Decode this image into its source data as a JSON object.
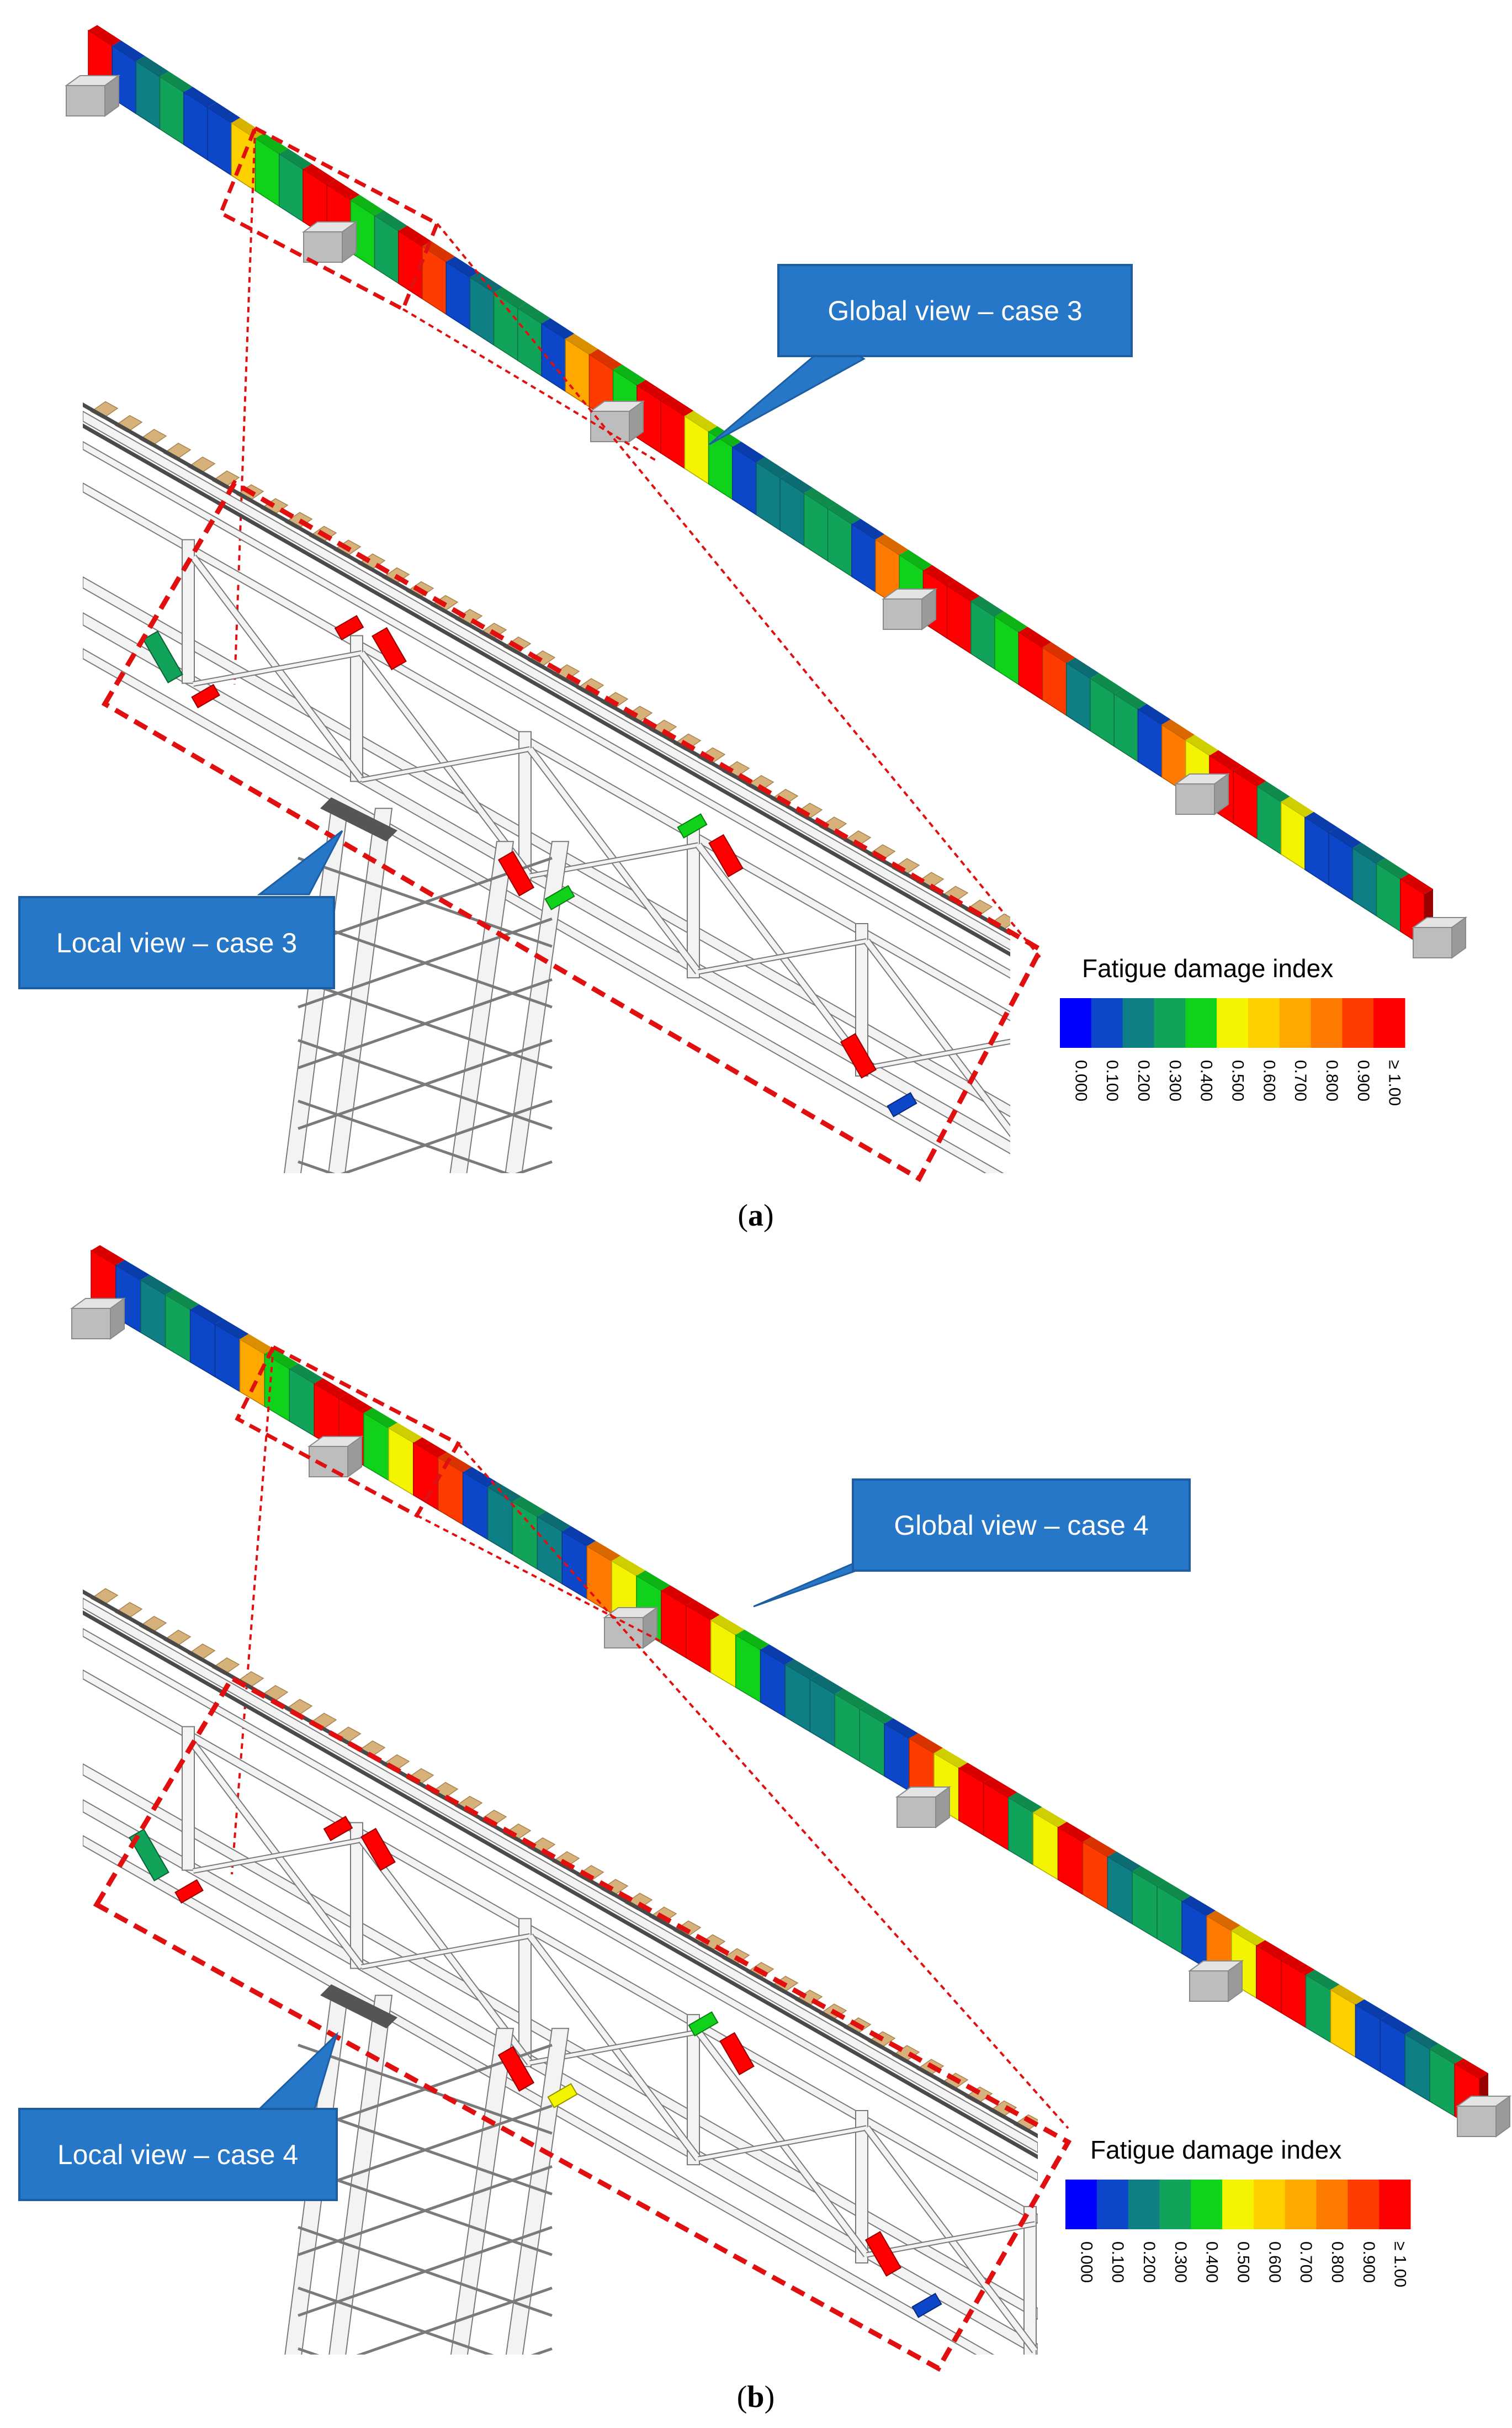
{
  "panels": [
    {
      "id": "a",
      "label": "a",
      "global_callout": "Global view – case 3",
      "local_callout": "Local view – case 3",
      "legend": {
        "title": "Fatigue damage index",
        "ticks": [
          "0.000",
          "0.100",
          "0.200",
          "0.300",
          "0.400",
          "0.500",
          "0.600",
          "0.700",
          "0.800",
          "0.900",
          "≥ 1.00"
        ]
      },
      "segment_damage_index": [
        1.0,
        0.1,
        0.2,
        0.3,
        0.1,
        0.05,
        0.6,
        0.4,
        0.3,
        1.0,
        1.0,
        0.4,
        0.3,
        1.0,
        0.9,
        0.1,
        0.2,
        0.3,
        0.3,
        0.1,
        0.7,
        0.9,
        0.4,
        1.0,
        1.0,
        0.5,
        0.4,
        0.1,
        0.2,
        0.2,
        0.3,
        0.3,
        0.1,
        0.8,
        0.4,
        1.0,
        1.0,
        0.3,
        0.4,
        1.0,
        0.9,
        0.2,
        0.3,
        0.3,
        0.1,
        0.8,
        0.5,
        1.0,
        1.0,
        0.3,
        0.5,
        0.05,
        0.1,
        0.2,
        0.3,
        1.0
      ],
      "local_member_index": [
        0.3,
        1.0,
        1.0,
        1.0,
        1.0,
        0.4,
        0.4,
        1.0,
        1.0,
        0.05
      ]
    },
    {
      "id": "b",
      "label": "b",
      "global_callout": "Global view – case 4",
      "local_callout": "Local view – case 4",
      "legend": {
        "title": "Fatigue damage index",
        "ticks": [
          "0.000",
          "0.100",
          "0.200",
          "0.300",
          "0.400",
          "0.500",
          "0.600",
          "0.700",
          "0.800",
          "0.900",
          "≥ 1.00"
        ]
      },
      "segment_damage_index": [
        1.0,
        0.1,
        0.2,
        0.3,
        0.1,
        0.05,
        0.7,
        0.4,
        0.3,
        1.0,
        1.0,
        0.4,
        0.5,
        1.0,
        0.9,
        0.1,
        0.2,
        0.3,
        0.2,
        0.1,
        0.8,
        0.5,
        0.4,
        1.0,
        1.0,
        0.5,
        0.4,
        0.1,
        0.2,
        0.2,
        0.3,
        0.3,
        0.1,
        0.9,
        0.5,
        1.0,
        1.0,
        0.3,
        0.5,
        1.0,
        0.9,
        0.2,
        0.3,
        0.3,
        0.1,
        0.8,
        0.5,
        1.0,
        1.0,
        0.3,
        0.6,
        0.05,
        0.1,
        0.2,
        0.3,
        1.0
      ],
      "local_member_index": [
        0.3,
        1.0,
        1.0,
        1.0,
        1.0,
        0.5,
        0.4,
        1.0,
        1.0,
        0.05
      ]
    }
  ],
  "colors": {
    "scale": [
      "#0000ff",
      "#0d47c9",
      "#0f7f86",
      "#12a35a",
      "#10d21a",
      "#f4f400",
      "#ffd000",
      "#ffa800",
      "#ff7a00",
      "#ff3c00",
      "#ff0000"
    ],
    "callout_fill": "#2677c8",
    "callout_stroke": "#1d5ea2",
    "dashed_outline": "#e01010",
    "structure_fill": "#f3f3f3",
    "structure_stroke": "#7a7a7a",
    "rail": "#4a4a4a",
    "sleeper": "#d6b27a",
    "support": "#bdbdbd"
  }
}
